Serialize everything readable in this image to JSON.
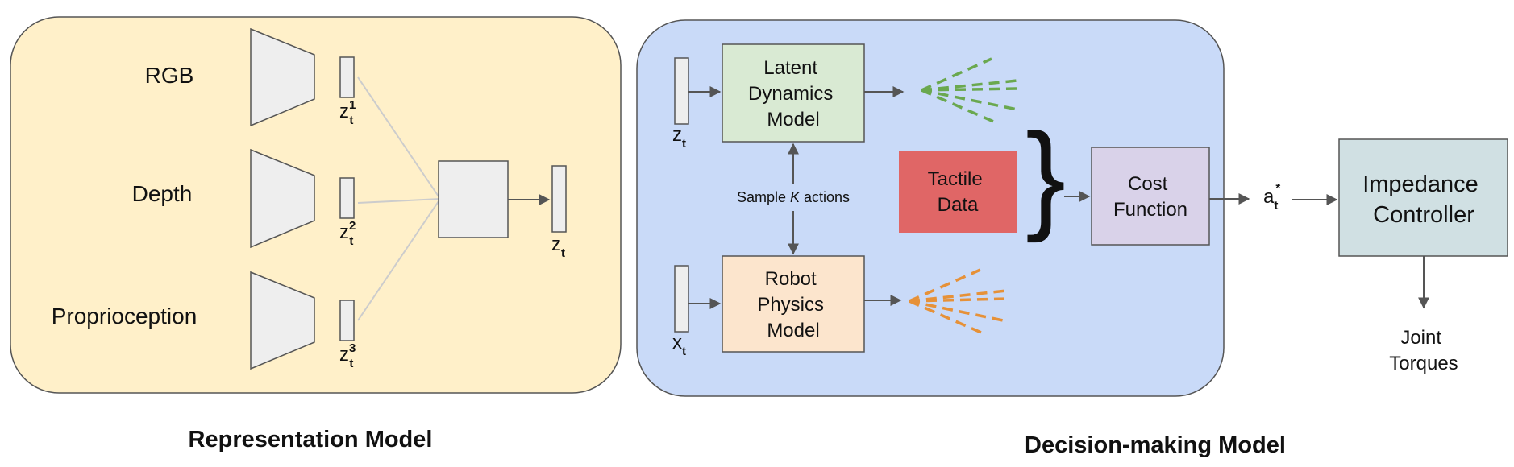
{
  "colors": {
    "representation_panel": "#fff0c9",
    "decision_panel": "#c9daf8",
    "latent_box": "#d9ead3",
    "robot_box": "#fce5cd",
    "tactile_box": "#e06666",
    "cost_box": "#d9d2e9",
    "impedance_box": "#d0e0e3",
    "encoder_gray": "#eeeeee",
    "green_rays": "#6aa84f",
    "orange_rays": "#e69138",
    "arrow": "#555555"
  },
  "representation": {
    "title": "Representation Model",
    "inputs": [
      {
        "label": "RGB",
        "latent": "z",
        "sup": "1",
        "sub": "t"
      },
      {
        "label": "Depth",
        "latent": "z",
        "sup": "2",
        "sub": "t"
      },
      {
        "label": "Proprioception",
        "latent": "z",
        "sup": "3",
        "sub": "t"
      }
    ],
    "output": {
      "latent": "z",
      "sub": "t"
    }
  },
  "decision": {
    "title": "Decision-making Model",
    "latent_input": {
      "symbol": "z",
      "sub": "t"
    },
    "state_input": {
      "symbol": "x",
      "sub": "t"
    },
    "latent_model": [
      "Latent",
      "Dynamics",
      "Model"
    ],
    "robot_model": [
      "Robot",
      "Physics",
      "Model"
    ],
    "sample_label": {
      "prefix": "Sample ",
      "var": "K",
      "suffix": " actions"
    },
    "tactile": [
      "Tactile",
      "Data"
    ],
    "brace": "}",
    "cost": [
      "Cost",
      "Function"
    ]
  },
  "action": {
    "symbol": "a",
    "sub": "t",
    "sup": "*"
  },
  "controller": {
    "lines": [
      "Impedance",
      "Controller"
    ]
  },
  "torques": [
    "Joint",
    "Torques"
  ]
}
